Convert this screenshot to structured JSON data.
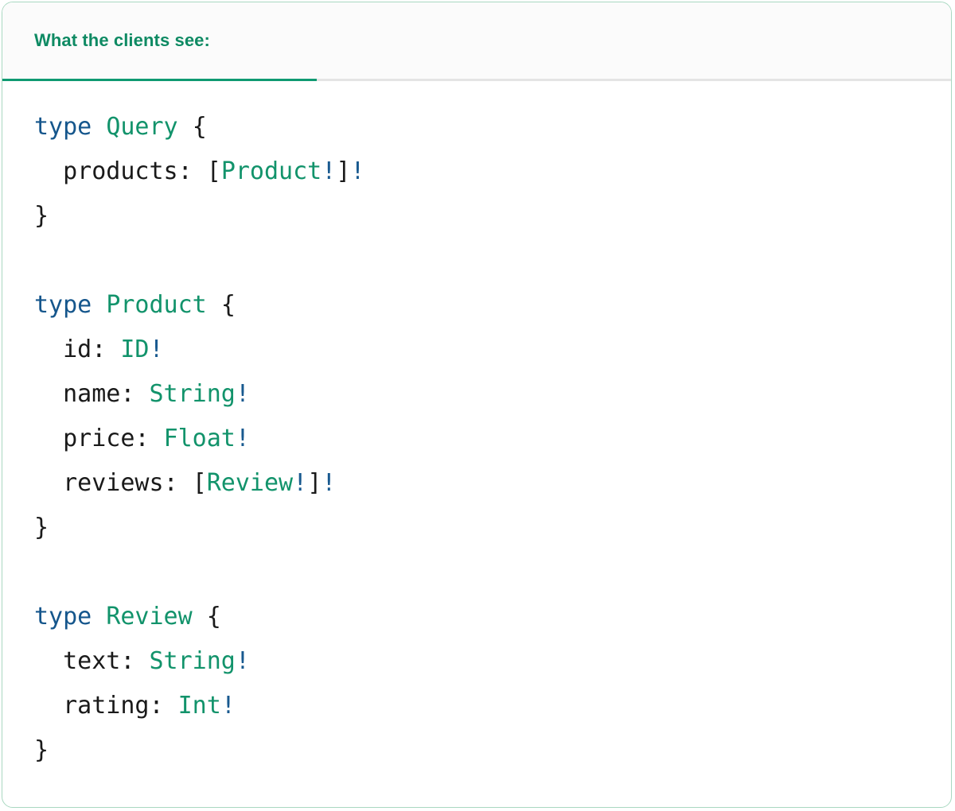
{
  "card": {
    "border_color": "#a9d8c1",
    "background": "#ffffff"
  },
  "tabs": {
    "active_index": 0,
    "active_underline_color": "#0f9a72",
    "items": [
      {
        "label": "What the clients see:",
        "active": true
      }
    ]
  },
  "editor": {
    "language": "graphql",
    "colors": {
      "keyword": "#15568c",
      "type_name": "#12936b",
      "field_name": "#1a1a1a",
      "punctuation": "#1a1a1a",
      "non_null": "#18598f"
    },
    "lines": [
      {
        "indent": 0,
        "tokens": [
          {
            "t": "type",
            "c": "kw"
          },
          {
            "t": " ",
            "c": "punc"
          },
          {
            "t": "Query",
            "c": "tname"
          },
          {
            "t": " ",
            "c": "punc"
          },
          {
            "t": "{",
            "c": "punc"
          }
        ]
      },
      {
        "indent": 1,
        "tokens": [
          {
            "t": "products",
            "c": "fld"
          },
          {
            "t": ": ",
            "c": "punc"
          },
          {
            "t": "[",
            "c": "punc"
          },
          {
            "t": "Product",
            "c": "tname"
          },
          {
            "t": "!",
            "c": "bang"
          },
          {
            "t": "]",
            "c": "punc"
          },
          {
            "t": "!",
            "c": "bang"
          }
        ]
      },
      {
        "indent": 0,
        "tokens": [
          {
            "t": "}",
            "c": "punc"
          }
        ]
      },
      {
        "indent": 0,
        "tokens": []
      },
      {
        "indent": 0,
        "tokens": [
          {
            "t": "type",
            "c": "kw"
          },
          {
            "t": " ",
            "c": "punc"
          },
          {
            "t": "Product",
            "c": "tname"
          },
          {
            "t": " ",
            "c": "punc"
          },
          {
            "t": "{",
            "c": "punc"
          }
        ]
      },
      {
        "indent": 1,
        "tokens": [
          {
            "t": "id",
            "c": "fld"
          },
          {
            "t": ": ",
            "c": "punc"
          },
          {
            "t": "ID",
            "c": "tname"
          },
          {
            "t": "!",
            "c": "bang"
          }
        ]
      },
      {
        "indent": 1,
        "tokens": [
          {
            "t": "name",
            "c": "fld"
          },
          {
            "t": ": ",
            "c": "punc"
          },
          {
            "t": "String",
            "c": "tname"
          },
          {
            "t": "!",
            "c": "bang"
          }
        ]
      },
      {
        "indent": 1,
        "tokens": [
          {
            "t": "price",
            "c": "fld"
          },
          {
            "t": ": ",
            "c": "punc"
          },
          {
            "t": "Float",
            "c": "tname"
          },
          {
            "t": "!",
            "c": "bang"
          }
        ]
      },
      {
        "indent": 1,
        "tokens": [
          {
            "t": "reviews",
            "c": "fld"
          },
          {
            "t": ": ",
            "c": "punc"
          },
          {
            "t": "[",
            "c": "punc"
          },
          {
            "t": "Review",
            "c": "tname"
          },
          {
            "t": "!",
            "c": "bang"
          },
          {
            "t": "]",
            "c": "punc"
          },
          {
            "t": "!",
            "c": "bang"
          }
        ]
      },
      {
        "indent": 0,
        "tokens": [
          {
            "t": "}",
            "c": "punc"
          }
        ]
      },
      {
        "indent": 0,
        "tokens": []
      },
      {
        "indent": 0,
        "tokens": [
          {
            "t": "type",
            "c": "kw"
          },
          {
            "t": " ",
            "c": "punc"
          },
          {
            "t": "Review",
            "c": "tname"
          },
          {
            "t": " ",
            "c": "punc"
          },
          {
            "t": "{",
            "c": "punc"
          }
        ]
      },
      {
        "indent": 1,
        "tokens": [
          {
            "t": "text",
            "c": "fld"
          },
          {
            "t": ": ",
            "c": "punc"
          },
          {
            "t": "String",
            "c": "tname"
          },
          {
            "t": "!",
            "c": "bang"
          }
        ]
      },
      {
        "indent": 1,
        "tokens": [
          {
            "t": "rating",
            "c": "fld"
          },
          {
            "t": ": ",
            "c": "punc"
          },
          {
            "t": "Int",
            "c": "tname"
          },
          {
            "t": "!",
            "c": "bang"
          }
        ]
      },
      {
        "indent": 0,
        "tokens": [
          {
            "t": "}",
            "c": "punc"
          }
        ]
      }
    ]
  }
}
